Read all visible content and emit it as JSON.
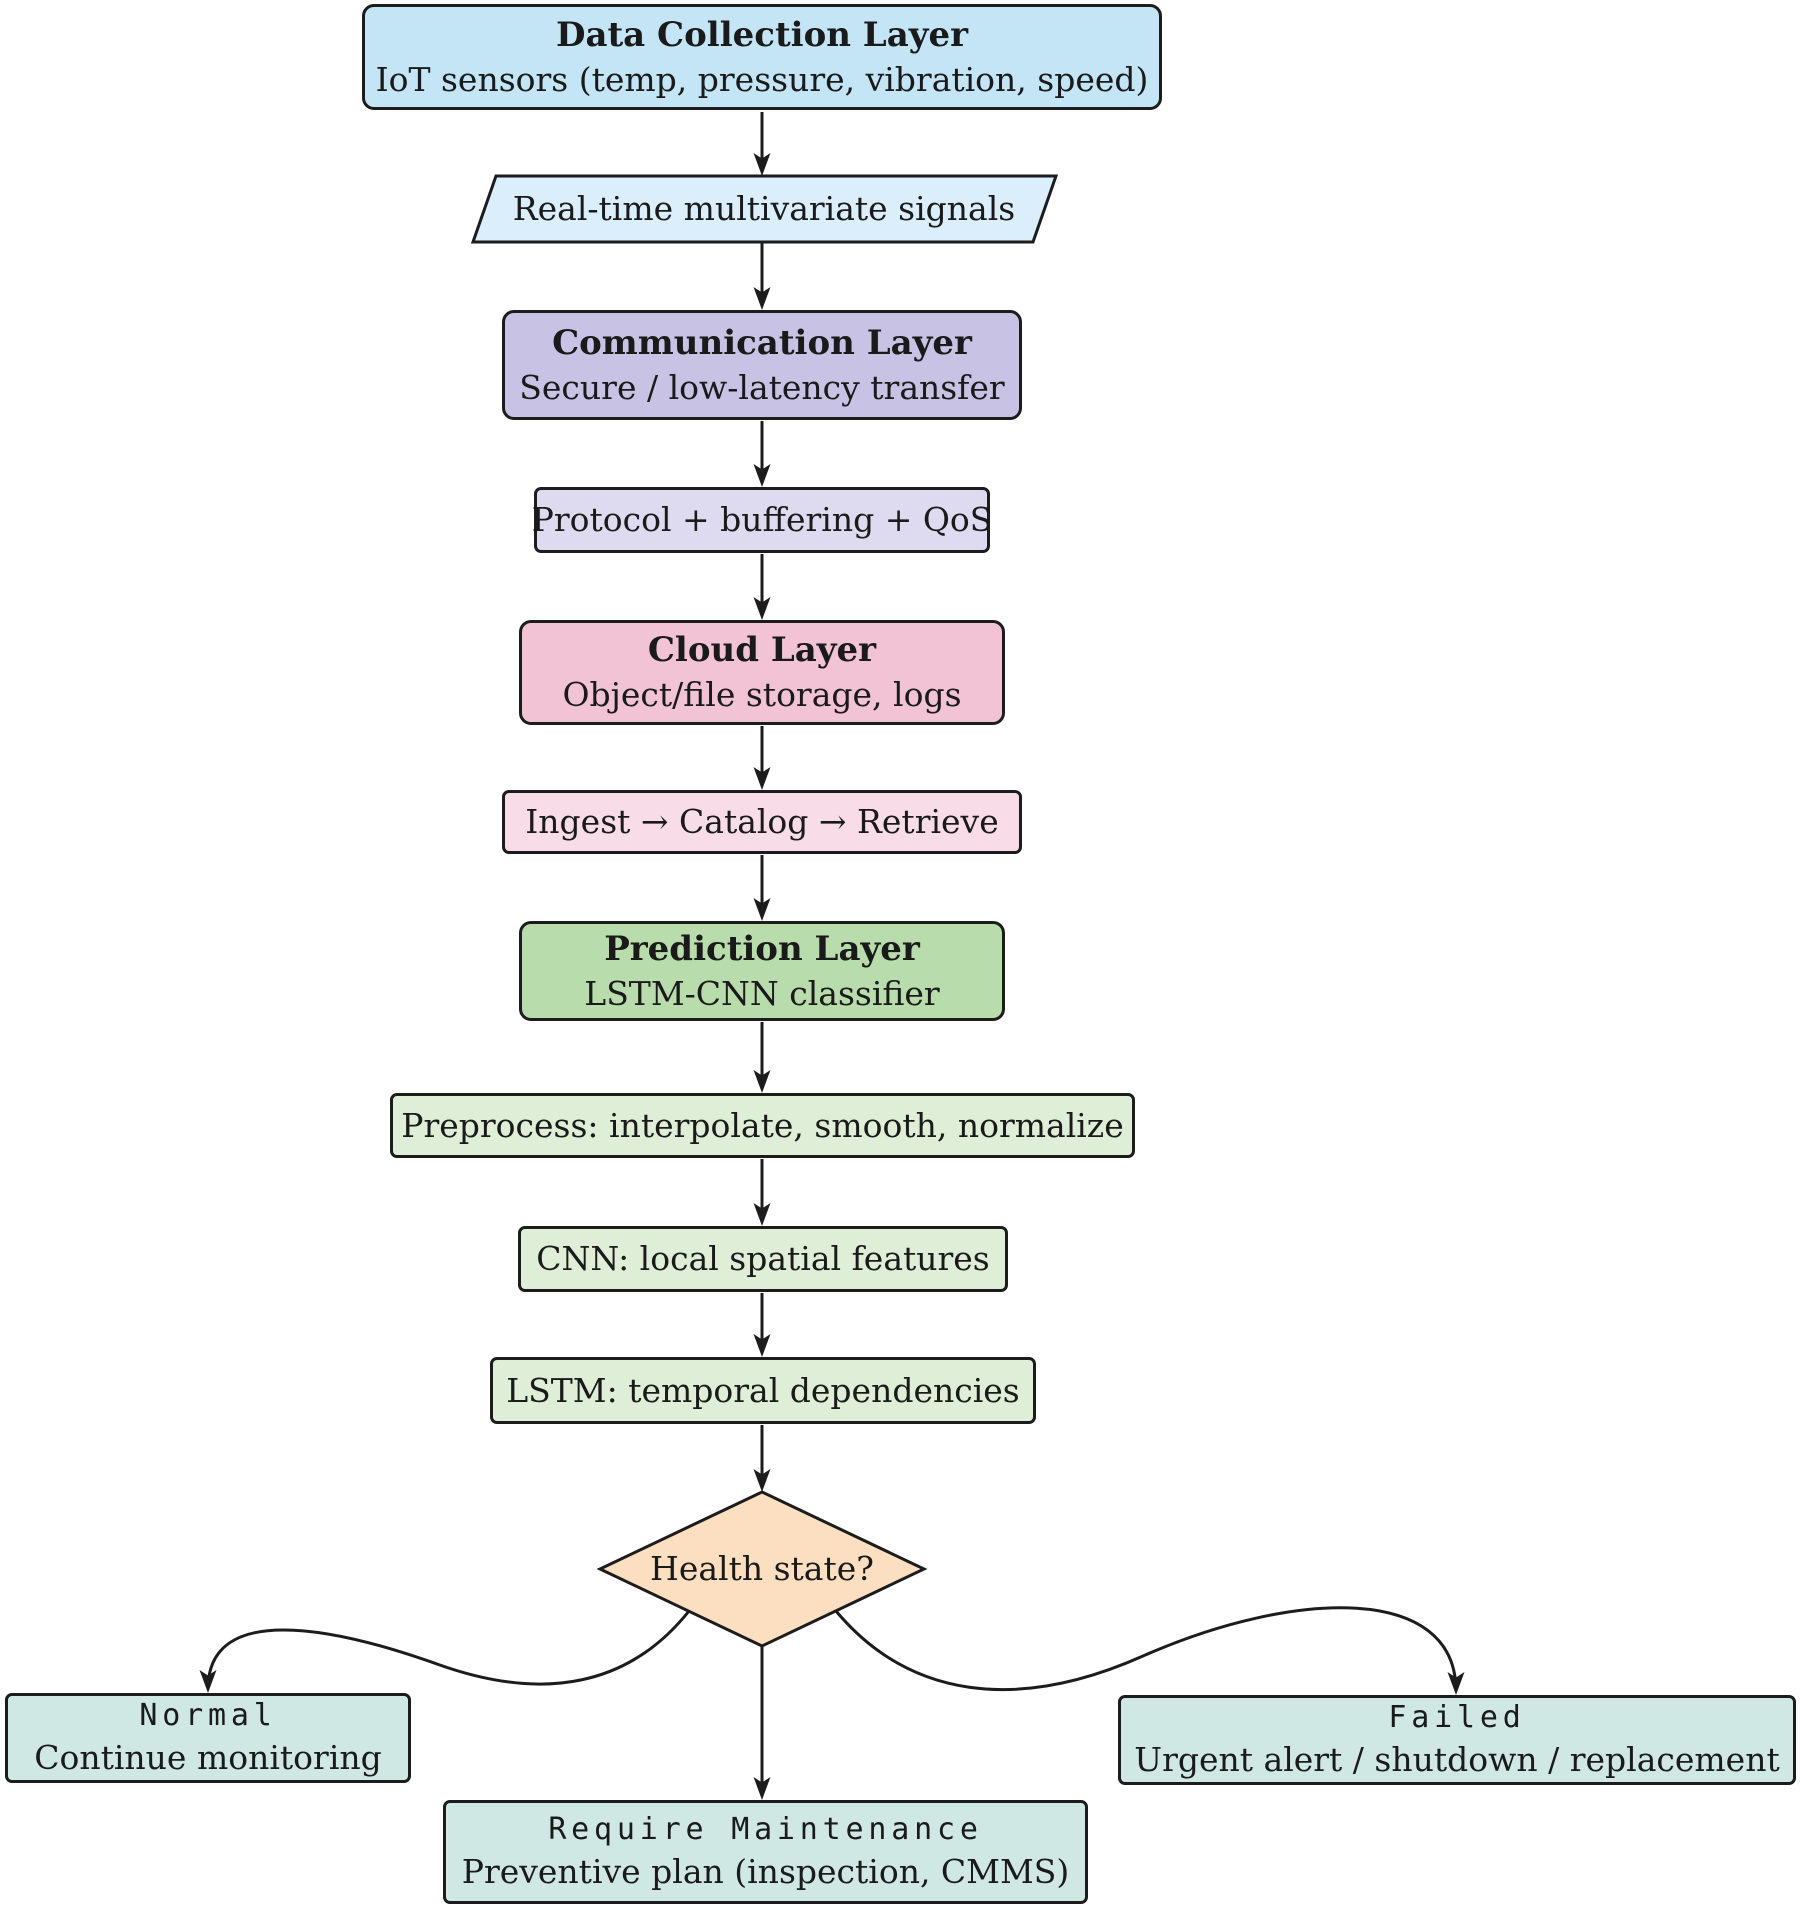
{
  "diagram": {
    "nodes": {
      "data_collection": {
        "title": "Data Collection Layer",
        "subtitle": "IoT sensors (temp, pressure, vibration, speed)"
      },
      "realtime_signals": {
        "label": "Real-time multivariate signals"
      },
      "communication": {
        "title": "Communication Layer",
        "subtitle": "Secure / low-latency transfer"
      },
      "protocol": {
        "label": "Protocol + buffering + QoS"
      },
      "cloud": {
        "title": "Cloud Layer",
        "subtitle": "Object/file storage, logs"
      },
      "ingest": {
        "label": "Ingest → Catalog → Retrieve"
      },
      "prediction": {
        "title": "Prediction Layer",
        "subtitle": "LSTM-CNN classifier"
      },
      "preprocess": {
        "label": "Preprocess: interpolate, smooth, normalize"
      },
      "cnn": {
        "label": "CNN: local spatial features"
      },
      "lstm": {
        "label": "LSTM: temporal dependencies"
      },
      "decision": {
        "label": "Health state?"
      },
      "normal": {
        "title": "Normal",
        "subtitle": "Continue monitoring"
      },
      "maintenance": {
        "title": "Require Maintenance",
        "subtitle": "Preventive plan (inspection, CMMS)"
      },
      "failed": {
        "title": "Failed",
        "subtitle": "Urgent alert / shutdown / replacement"
      }
    },
    "colors": {
      "blue": "#c3e5f6",
      "blue_light": "#daeefb",
      "lavender": "#c8c3e4",
      "lavender_light": "#dedaf0",
      "pink": "#f2c3d4",
      "pink_light": "#f8dde8",
      "green": "#b9dcac",
      "green_light": "#dfeed7",
      "peach": "#fcdfc0",
      "teal": "#cfe8e4",
      "line": "#1c1c1c"
    }
  }
}
